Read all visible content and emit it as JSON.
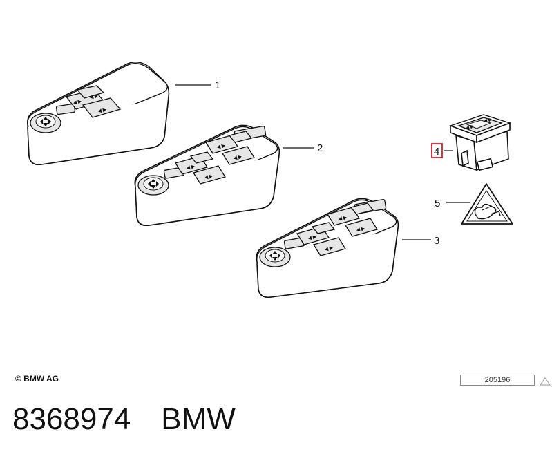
{
  "callouts": {
    "c1": "1",
    "c2": "2",
    "c3": "3",
    "c4": "4",
    "c5": "5"
  },
  "highlight_color": "#d0202e",
  "footer": {
    "copyright": "© BMW AG",
    "reference": "205196"
  },
  "part": {
    "number": "8368974",
    "brand": "BMW"
  }
}
